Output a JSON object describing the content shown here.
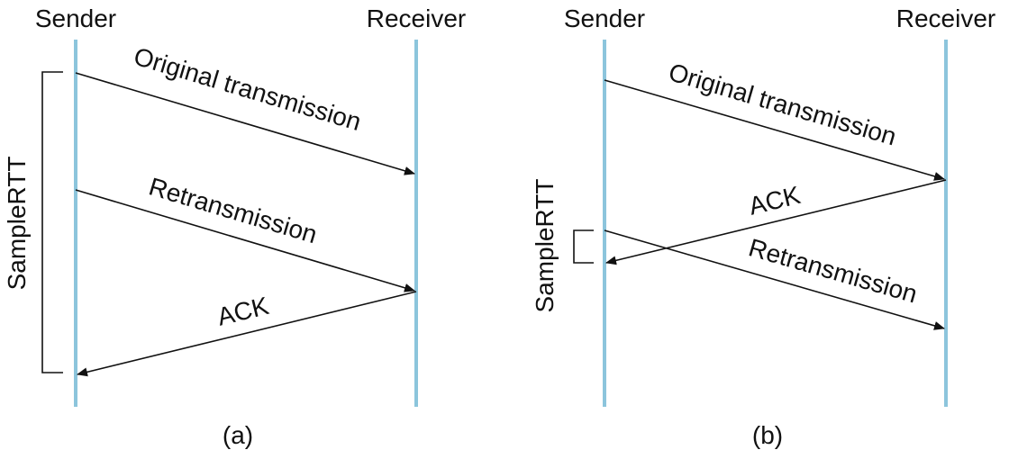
{
  "colors": {
    "timeline": "#8cc5dc",
    "ink": "#111111"
  },
  "panels": [
    {
      "caption": "(a)",
      "sender_label": "Sender",
      "receiver_label": "Receiver",
      "sample_rtt_label": "SampleRTT",
      "messages": [
        {
          "label": "Original transmission",
          "direction": "sender-to-receiver"
        },
        {
          "label": "Retransmission",
          "direction": "sender-to-receiver"
        },
        {
          "label": "ACK",
          "direction": "receiver-to-sender"
        }
      ]
    },
    {
      "caption": "(b)",
      "sender_label": "Sender",
      "receiver_label": "Receiver",
      "sample_rtt_label": "SampleRTT",
      "messages": [
        {
          "label": "Original transmission",
          "direction": "sender-to-receiver"
        },
        {
          "label": "ACK",
          "direction": "receiver-to-sender"
        },
        {
          "label": "Retransmission",
          "direction": "sender-to-receiver"
        }
      ]
    }
  ]
}
